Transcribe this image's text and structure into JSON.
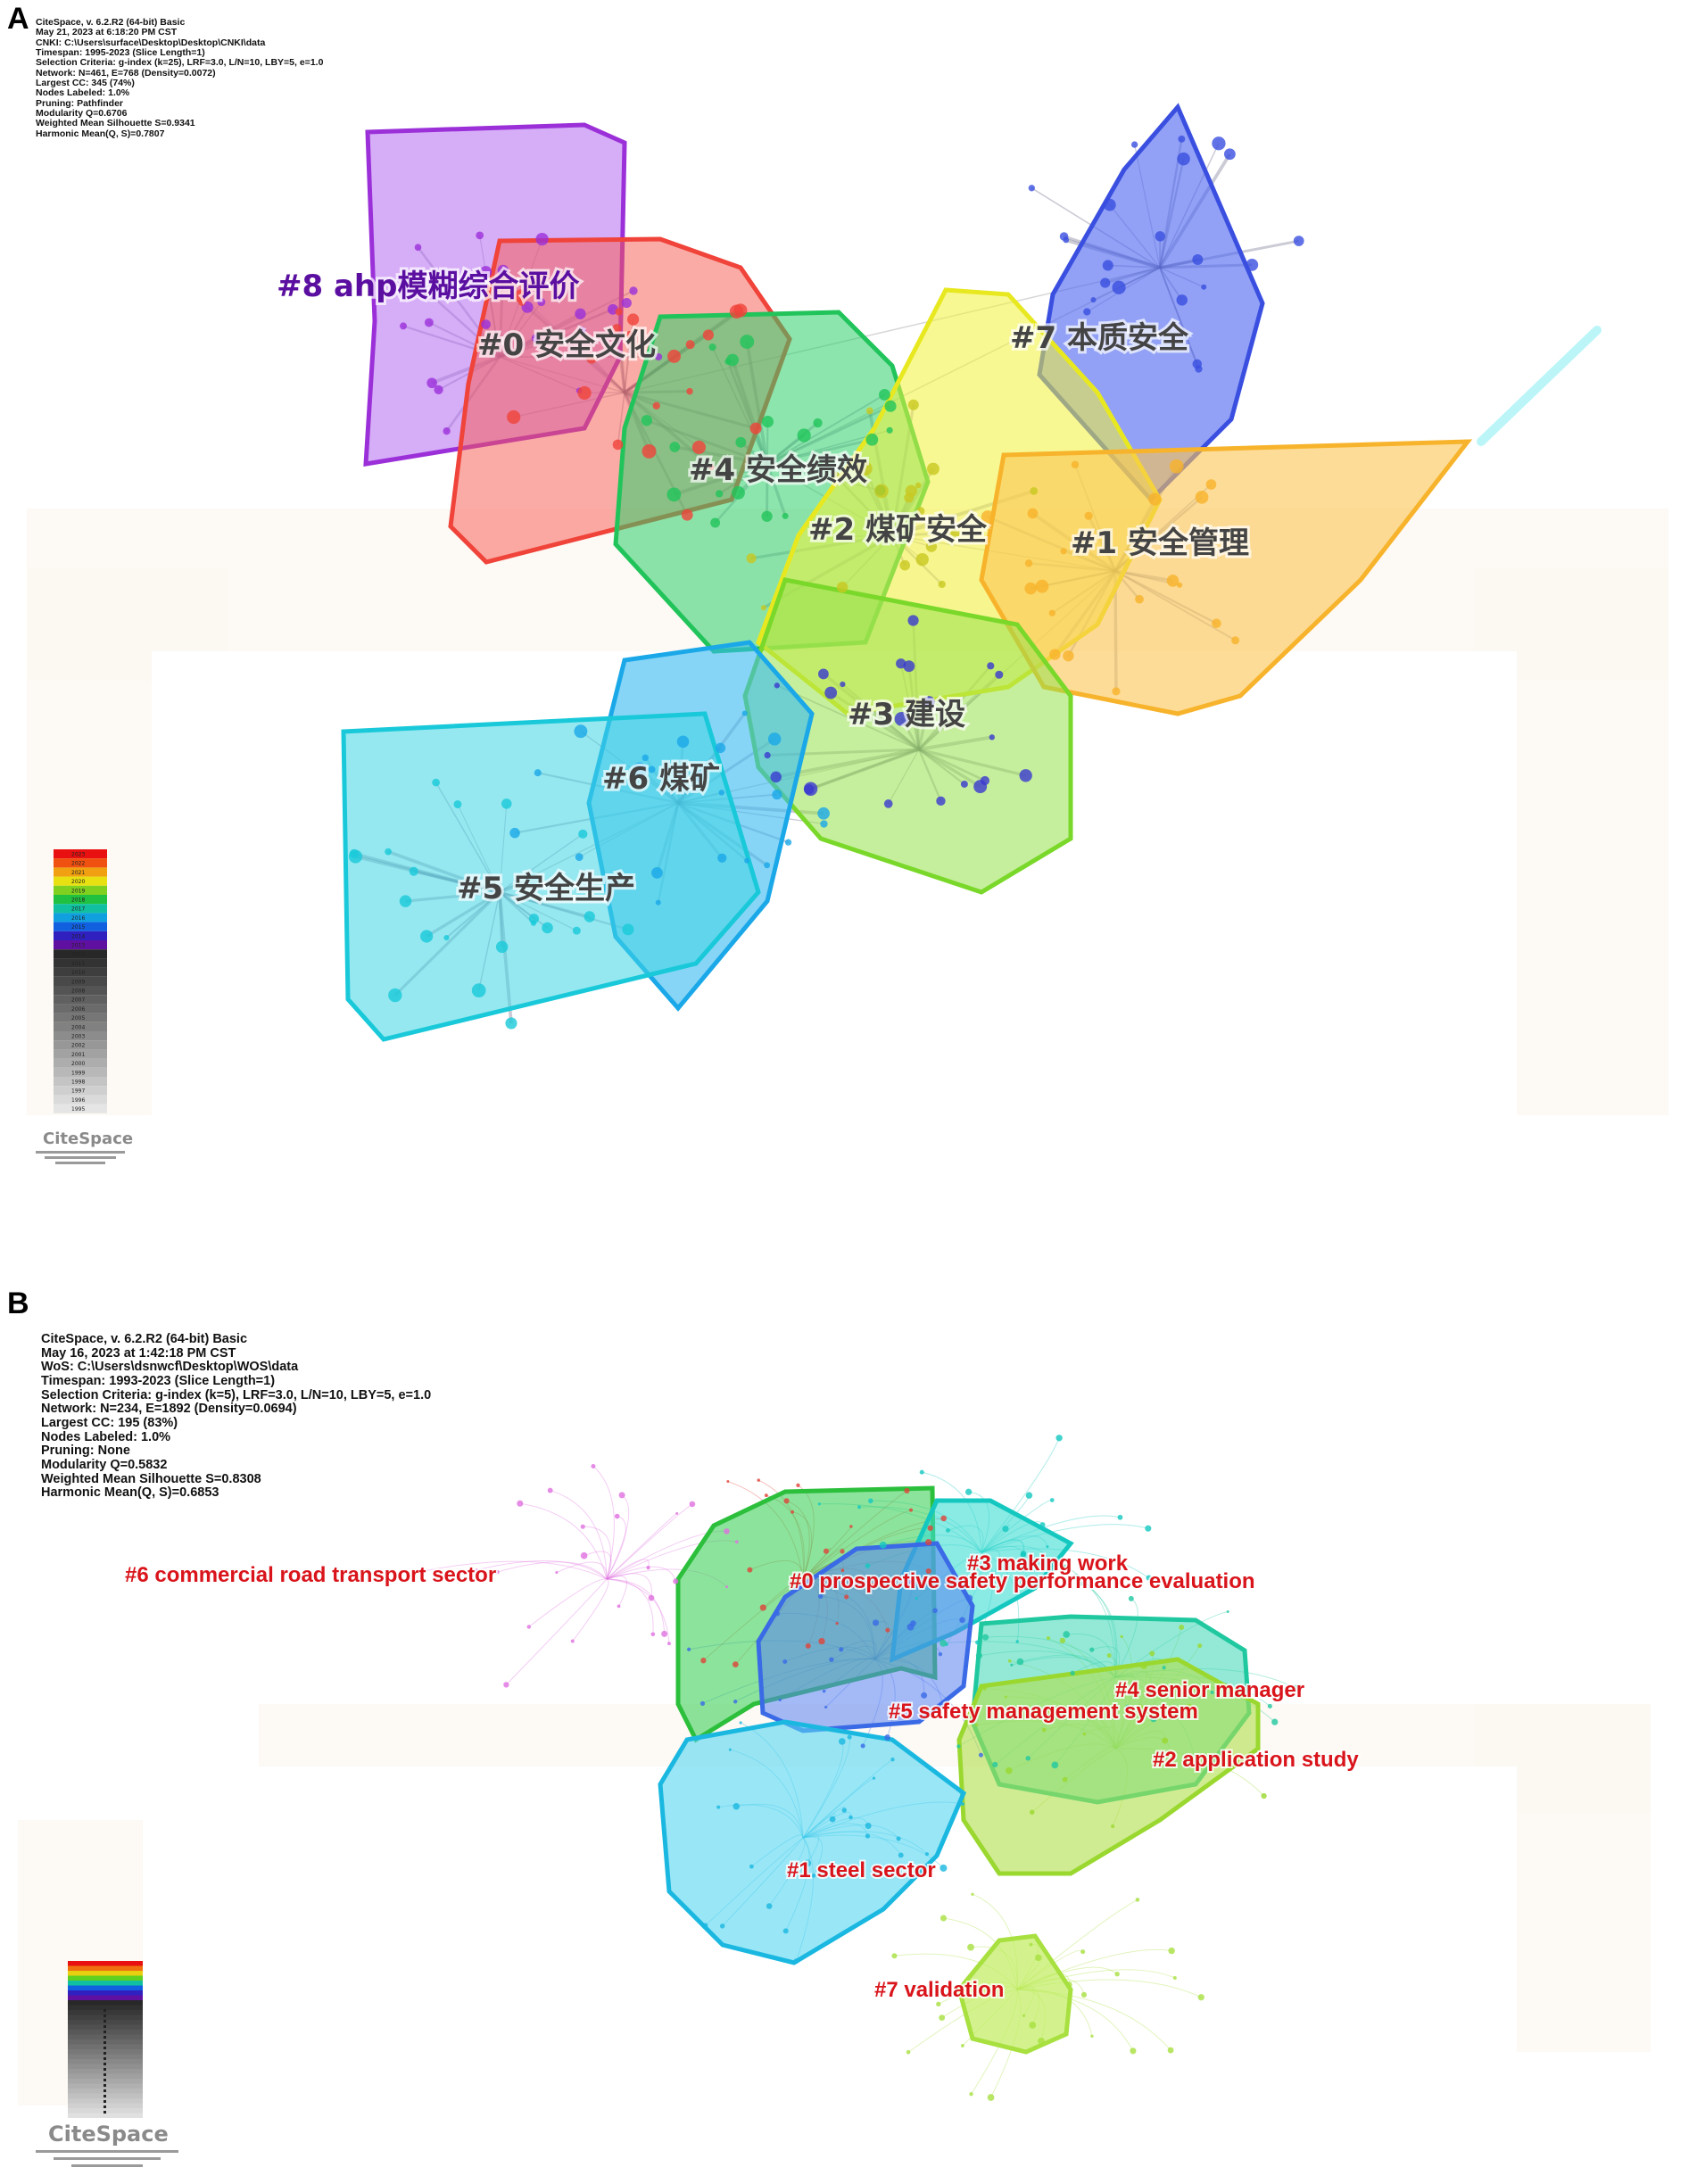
{
  "panel_a": {
    "letter": "A",
    "meta_lines": [
      "CiteSpace, v. 6.2.R2 (64-bit) Basic",
      "May 21, 2023 at 6:18:20 PM CST",
      "CNKI: C:\\Users\\surface\\Desktop\\Desktop\\CNKI\\data",
      "Timespan: 1995-2023 (Slice Length=1)",
      "Selection Criteria: g-index (k=25), LRF=3.0, L/N=10, LBY=5, e=1.0",
      "Network: N=461, E=768 (Density=0.0072)",
      "Largest CC: 345 (74%)",
      "Nodes Labeled: 1.0%",
      "Pruning: Pathfinder",
      "Modularity Q=0.6706",
      "Weighted Mean Silhouette S=0.9341",
      "Harmonic Mean(Q, S)=0.7807"
    ],
    "clusters": [
      {
        "label": "#8 ahp模糊综合评价",
        "color": "#9b30d9",
        "text_color": "#5b0fa0"
      },
      {
        "label": "#0 安全文化",
        "color": "#f0433a",
        "text_color": "#444444"
      },
      {
        "label": "#7 本质安全",
        "color": "#3a4fe0",
        "text_color": "#444444"
      },
      {
        "label": "#4 安全绩效",
        "color": "#21c45a",
        "text_color": "#444444"
      },
      {
        "label": "#2 煤矿安全",
        "color": "#e8e820",
        "text_color": "#444444"
      },
      {
        "label": "#1 安全管理",
        "color": "#f7b32b",
        "text_color": "#444444"
      },
      {
        "label": "#3 建设",
        "color": "#7ad82a",
        "text_color": "#444444"
      },
      {
        "label": "#6 煤矿",
        "color": "#1aa8e8",
        "text_color": "#444444"
      },
      {
        "label": "#5 安全生产",
        "color": "#19c9d9",
        "text_color": "#444444"
      }
    ],
    "legend_years": [
      "2023",
      "2022",
      "2021",
      "2020",
      "2019",
      "2018",
      "2017",
      "2016",
      "2015",
      "2014",
      "2013",
      "2012",
      "2011",
      "2010",
      "2009",
      "2008",
      "2007",
      "2006",
      "2005",
      "2004",
      "2003",
      "2002",
      "2001",
      "2000",
      "1999",
      "1998",
      "1997",
      "1996",
      "1995"
    ],
    "logo_text": "CiteSpace"
  },
  "panel_b": {
    "letter": "B",
    "meta_lines": [
      "CiteSpace, v. 6.2.R2 (64-bit) Basic",
      "May 16, 2023 at 1:42:18 PM CST",
      "WoS: C:\\Users\\dsnwcf\\Desktop\\WOS\\data",
      "Timespan: 1993-2023 (Slice Length=1)",
      "Selection Criteria: g-index (k=5), LRF=3.0, L/N=10, LBY=5, e=1.0",
      "Network: N=234, E=1892 (Density=0.0694)",
      "Largest CC: 195 (83%)",
      "Nodes Labeled: 1.0%",
      "Pruning: None",
      "Modularity Q=0.5832",
      "Weighted Mean Silhouette S=0.8308",
      "Harmonic Mean(Q, S)=0.6853"
    ],
    "clusters": [
      {
        "label": "#6 commercial road transport sector",
        "color": "#e070e0"
      },
      {
        "label": "#3 making work",
        "color": "#14c8c0"
      },
      {
        "label": "#0 prospective safety performance evaluation",
        "color": "#2cbf3c"
      },
      {
        "label": "#4 senior manager",
        "color": "#20c8a0"
      },
      {
        "label": "#5 safety management system",
        "color": "#3a6ae6"
      },
      {
        "label": "#2 application study",
        "color": "#9ad830"
      },
      {
        "label": "#1 steel sector",
        "color": "#1ab8e0"
      },
      {
        "label": "#7 validation",
        "color": "#a8e040"
      }
    ],
    "logo_text": "CiteSpace"
  }
}
